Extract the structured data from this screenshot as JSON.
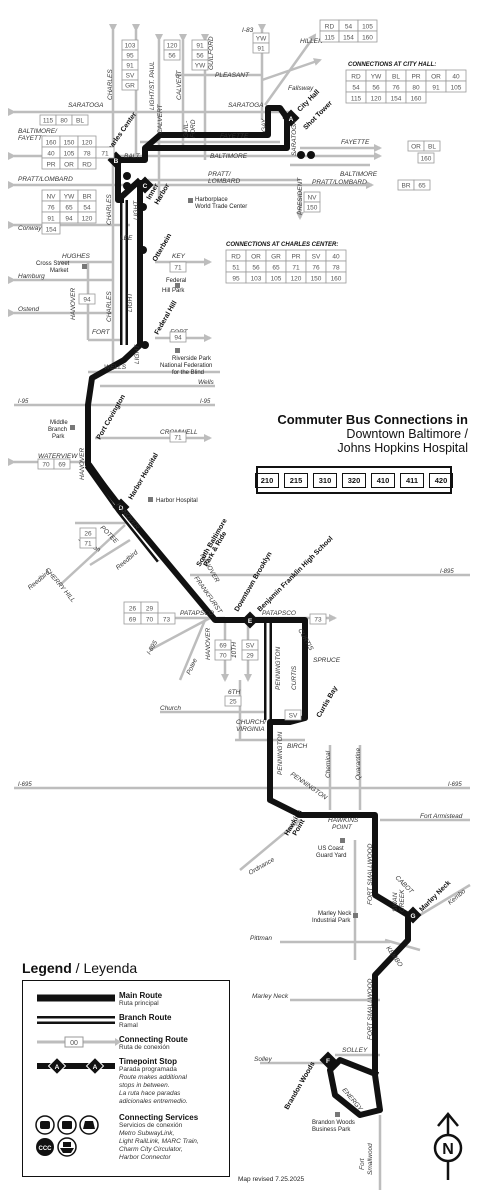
{
  "colors": {
    "route": "#111111",
    "street": "#bdbdbd",
    "connecting": "#bdbdbd",
    "box_border": "#999999"
  },
  "icons": [
    "subway-icon",
    "light-rail-icon",
    "marc-train-icon",
    "charm-city-circulator-icon",
    "harbor-connector-icon",
    "north-arrow-icon"
  ],
  "streets": {
    "saratoga": "SARATOGA",
    "baltimore_fayette": "BALTIMORE/",
    "baltimore_fayette2": "FAYETTE",
    "pratt_lombard": "PRATT/LOMBARD",
    "conway": "Conway",
    "charles": "CHARLES",
    "light_st_paul": "LIGHT/ST. PAUL",
    "calvert": "CALVERT",
    "guilford": "GUILFORD",
    "guil_ford": "GUIL-",
    "guil_ford2": "FORD",
    "fayette": "FAYETTE",
    "baltimore": "BALTIMORE",
    "pratt": "PRATT/",
    "lombard": "LOMBARD",
    "balt": "BALT.",
    "gay": "GAY",
    "pleasant": "PLEASANT",
    "fallsway": "Fallsway",
    "hillen": "HILLEN",
    "i83": "I-83",
    "president": "PRESIDENT",
    "saratoga2": "SARATOGA",
    "hughes": "HUGHES",
    "hamburg": "Hamburg",
    "hanover": "HANOVER",
    "lee": "LEE",
    "light": "LIGHT",
    "key": "KEY",
    "ostend": "Ostend",
    "fort": "FORT",
    "wells": "WELLS",
    "wells2": "Wells",
    "i95": "I-95",
    "cromwell": "CROMWELL",
    "waterview": "WATERVIEW",
    "seamon": "Seamon",
    "potee": "POTEE",
    "reedbird": "Reedbird",
    "cherry_hill": "CHERRY HILL",
    "reedbird2": "Reedbird",
    "i895": "I-895",
    "frankfurst": "FRANKFURST",
    "patapsco": "PATAPSCO",
    "curtis": "CURTIS",
    "spruce": "SPRUCE",
    "tenth": "10TH",
    "sixth": "6TH",
    "church": "Church",
    "church_virginia": "CHURCH/",
    "church_virginia2": "VIRGINIA",
    "pennington": "PENNINGTON",
    "birch": "BIRCH",
    "chemical": "Chemical",
    "quarantine": "Quarantine",
    "i695": "I-695",
    "hawkins_point": "HAWKINS",
    "hawkins_point2": "POINT",
    "fort_armistead": "Fort Armistead",
    "ordnance": "Ordnance",
    "fort_smallwood": "FORT SMALLWOOD",
    "cabot": "CABOT",
    "swan_creek": "SWAN",
    "swan_creek2": "CREEK",
    "kembo": "KEMBO",
    "kembo2": "Kembo",
    "pittman": "Pittman",
    "marley_neck": "Marley Neck",
    "solley": "SOLLEY",
    "solley2": "Solley",
    "energy": "ENERGY",
    "fort_smallwood2": "Fort",
    "fort_smallwood3": "Smallwood",
    "potee2": "Potee",
    "hanover2": "HANOVER"
  },
  "stops": {
    "charles_center": "Charles Center",
    "inner_harbor": "Inner",
    "inner_harbor2": "Harbor",
    "otterbein": "Otterbein",
    "federal_hill": "Federal Hill",
    "port_covington": "Port Covington",
    "harbor_hospital": "Harbor Hospital",
    "south_baltimore": "South Baltimore",
    "south_baltimore2": "Park & Ride",
    "downtown_brooklyn": "Downtown Brooklyn",
    "benjamin_franklin": "Benjamin Franklin High School",
    "curtis_bay": "Curtis Bay",
    "hawkins_point": "Hawkins",
    "hawkins_point2": "Point",
    "marley_neck": "Marley Neck",
    "brandon_woods": "Brandon Woods",
    "city_hall": "City Hall",
    "shot_tower": "Shot Tower"
  },
  "timepoints": [
    "A",
    "B",
    "C",
    "D",
    "E",
    "F",
    "G"
  ],
  "places": {
    "harborplace": "Harborplace",
    "harborplace2": "World Trade Center",
    "cross_street": "Cross Street",
    "cross_street2": "Market",
    "federal_hill_park": "Federal",
    "federal_hill_park2": "Hill Park",
    "riverside": "Riverside Park",
    "nfb": "National Federation",
    "nfb2": "for the Blind",
    "middle_branch": "Middle",
    "middle_branch2": "Branch",
    "middle_branch3": "Park",
    "harbor_hospital": "Harbor Hospital",
    "coast_guard": "US Coast",
    "coast_guard2": "Guard Yard",
    "marley_neck_ip": "Marley Neck",
    "marley_neck_ip2": "Industrial Park",
    "brandon_woods_bp": "Brandon Woods",
    "brandon_woods_bp2": "Business Park"
  },
  "boxes": {
    "charles_north": [
      "103",
      "95",
      "91",
      "SV",
      "GR"
    ],
    "calvert_north": [
      "120",
      "56"
    ],
    "guilford_north": [
      "91",
      "56",
      "YW"
    ],
    "gay_north": [
      "YW",
      "91"
    ],
    "hillen_top": [
      [
        "RD",
        "54",
        "105"
      ],
      [
        "115",
        "154",
        "160"
      ]
    ],
    "saratoga_left": [
      "115",
      "80",
      "BL"
    ],
    "baltimore_left": [
      [
        "160",
        "150",
        "120"
      ],
      [
        "40",
        "105",
        "78",
        "71"
      ],
      [
        "PR",
        "OR",
        "RD"
      ]
    ],
    "pratt_left": [
      [
        "NV",
        "YW",
        "BR"
      ],
      [
        "76",
        "65",
        "54"
      ],
      [
        "91",
        "94",
        "120"
      ],
      [
        "154"
      ]
    ],
    "fayette_right": [
      "OR",
      "BL"
    ],
    "fayette_right2": [
      "160"
    ],
    "pratt_right": [
      "BR",
      "65"
    ],
    "president_south": [
      "NV",
      "150"
    ],
    "key_right": [
      "71"
    ],
    "hanover_94": [
      "94"
    ],
    "fort_right": [
      "94"
    ],
    "cromwell_right": [
      "71"
    ],
    "waterview_left": [
      "70",
      "69"
    ],
    "potee_left": [
      [
        "26"
      ],
      [
        "71"
      ]
    ],
    "patapsco_left": [
      [
        "26",
        "29"
      ],
      [
        "69",
        "70",
        "73"
      ]
    ],
    "patapsco_right": [
      "73"
    ],
    "hanover_south": [
      [
        "69"
      ],
      [
        "70"
      ]
    ],
    "tenth_south": [
      [
        "SV"
      ],
      [
        "29"
      ]
    ],
    "sixth_south": [
      "25"
    ],
    "curtis_sv": [
      "SV"
    ]
  },
  "city_hall_connections": {
    "title": "CONNECTIONS AT CITY HALL:",
    "rows": [
      [
        "RD",
        "YW",
        "BL",
        "PR",
        "OR",
        "40"
      ],
      [
        "54",
        "56",
        "76",
        "80",
        "91",
        "105"
      ],
      [
        "115",
        "120",
        "154",
        "160"
      ]
    ]
  },
  "charles_center_connections": {
    "title": "CONNECTIONS AT CHARLES CENTER:",
    "rows": [
      [
        "RD",
        "OR",
        "GR",
        "PR",
        "SV",
        "40"
      ],
      [
        "51",
        "56",
        "65",
        "71",
        "76",
        "78"
      ],
      [
        "95",
        "103",
        "105",
        "120",
        "150",
        "160"
      ]
    ]
  },
  "commuter": {
    "title": "Commuter Bus Connections in",
    "line2": "Downtown Baltimore /",
    "line3": "Johns Hopkins Hospital",
    "routes": [
      "210",
      "215",
      "310",
      "320",
      "410",
      "411",
      "420"
    ]
  },
  "legend": {
    "title": "Legend",
    "title_es": " / Leyenda",
    "main_en": "Main Route",
    "main_es": "Ruta principal",
    "branch_en": "Branch Route",
    "branch_es": "Ramal",
    "connecting_en": "Connecting Route",
    "connecting_es": "Ruta de conexión",
    "connecting_sample": "00",
    "timepoint_en": "Timepoint Stop",
    "timepoint_es": "Parada programada",
    "timepoint_sample": "A",
    "timepoint_note1": "Route makes additional",
    "timepoint_note2": "stops in between.",
    "timepoint_note3": "La ruta hace paradas",
    "timepoint_note4": "adicionales entremedio.",
    "services_en": "Connecting Services",
    "services_es": "Servicios de conexión",
    "services_note1": "Metro SubwayLink,",
    "services_note2": "Light RailLink, MARC Train,",
    "services_note3": "Charm City Circulator,",
    "services_note4": "Harbor Connector",
    "ccc": "CCC"
  },
  "revised": "Map revised 7.25.2025",
  "north": "N"
}
